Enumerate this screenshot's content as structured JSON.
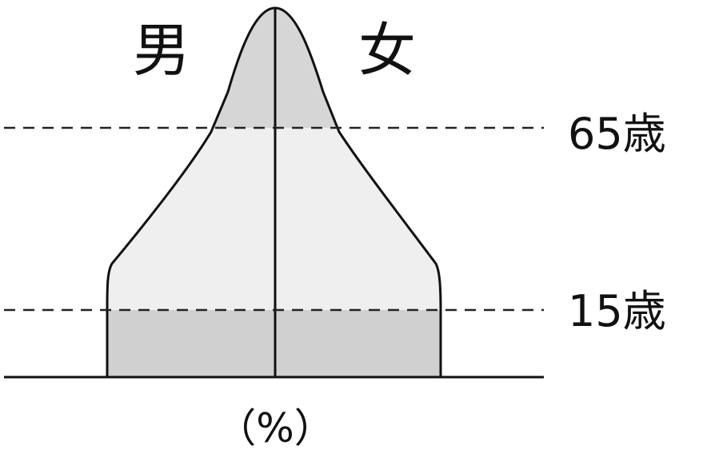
{
  "labels": {
    "male": "男",
    "female": "女",
    "age_65": "65歳",
    "age_15": "15歳",
    "unit": "（%）"
  },
  "colors": {
    "band_elderly": "#d6d6d6",
    "band_working": "#efefef",
    "band_young": "#d0d0d0",
    "outline": "#111111",
    "dashed": "#222222"
  }
}
